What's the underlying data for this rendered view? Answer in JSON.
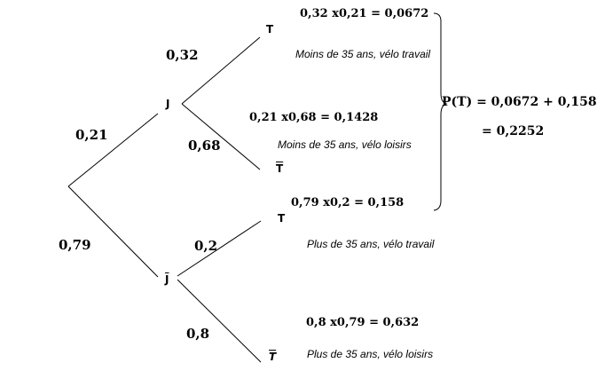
{
  "branches": {
    "root_J": "0,21",
    "root_Jbar": "0,79",
    "J_T": "0,32",
    "J_Tbar": "0,68",
    "Jbar_T": "0,2",
    "Jbar_Tbar": "0,8"
  },
  "nodes": {
    "J": "J",
    "Jbar": "J",
    "T1": "T",
    "Tbar1": "T",
    "T2": "T",
    "Tbar2": "T"
  },
  "products": {
    "p1": "0,32 x0,21 = 0,0672",
    "p2": "0,21 x0,68 = 0,1428",
    "p3": "0,79 x0,2 = 0,158",
    "p4": "0,8 x0,79 = 0,632"
  },
  "descriptions": {
    "d1": "Moins de 35 ans, vélo travail",
    "d2": "Moins de 35 ans, vélo loisirs",
    "d3": "Plus de 35 ans, vélo travail",
    "d4": "Plus de 35 ans, vélo loisirs"
  },
  "result": {
    "line1": "P(T) = 0,0672 + 0,158",
    "line2": "= 0,2252"
  }
}
